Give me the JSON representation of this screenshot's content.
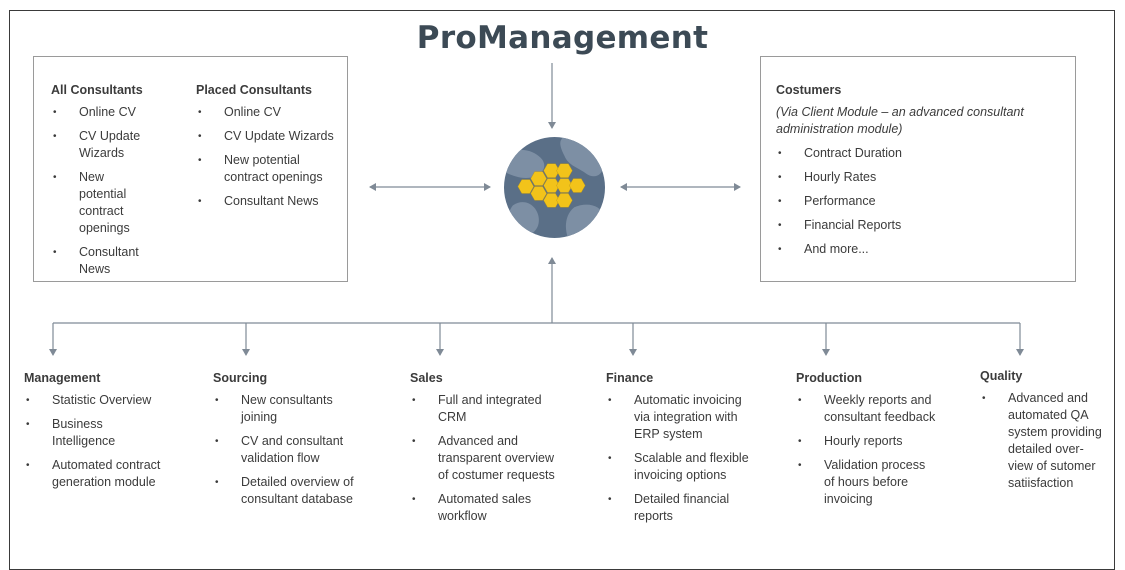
{
  "title": "ProManagement",
  "all_consultants": {
    "heading": "All Consultants",
    "items": [
      "Online CV",
      "CV Update Wizards",
      "New potential contract openings",
      "Consultant News"
    ]
  },
  "placed_consultants": {
    "heading": "Placed Consultants",
    "items": [
      "Online CV",
      "CV Update Wizards",
      "New potential contract openings",
      "Consultant News"
    ]
  },
  "costumers": {
    "heading": "Costumers",
    "note": "(Via Client Module – an advanced consultant administration module)",
    "items": [
      "Contract Duration",
      "Hourly Rates",
      "Performance",
      "Financial Reports",
      "And more..."
    ]
  },
  "modules": [
    {
      "heading": "Management",
      "items": [
        "Statistic Overview",
        "Business Intelligence",
        "Automated contract generation module"
      ]
    },
    {
      "heading": "Sourcing",
      "items": [
        "New consultants joining",
        "CV and consultant validation flow",
        "Detailed overview of consultant database"
      ]
    },
    {
      "heading": "Sales",
      "items": [
        "Full and integrated CRM",
        "Advanced and transparent overview of costumer requests",
        "Automated sales workflow"
      ]
    },
    {
      "heading": "Finance",
      "items": [
        "Automatic invoicing via integration with ERP system",
        "Scalable and flexible invoicing options",
        "Detailed financial reports"
      ]
    },
    {
      "heading": "Production",
      "items": [
        "Weekly reports and consultant feedback",
        "Hourly reports",
        "Validation process of hours before invoicing"
      ]
    },
    {
      "heading": "Quality",
      "items": [
        "Advanced and automated QA system providing detailed over-view of sutomer satiisfaction"
      ]
    }
  ],
  "colors": {
    "globe_ocean": "#5a6f87",
    "globe_land": "#7d8fa4",
    "hexagon": "#f2c31a",
    "arrow": "#7f8a96",
    "title": "#3c4a55"
  }
}
